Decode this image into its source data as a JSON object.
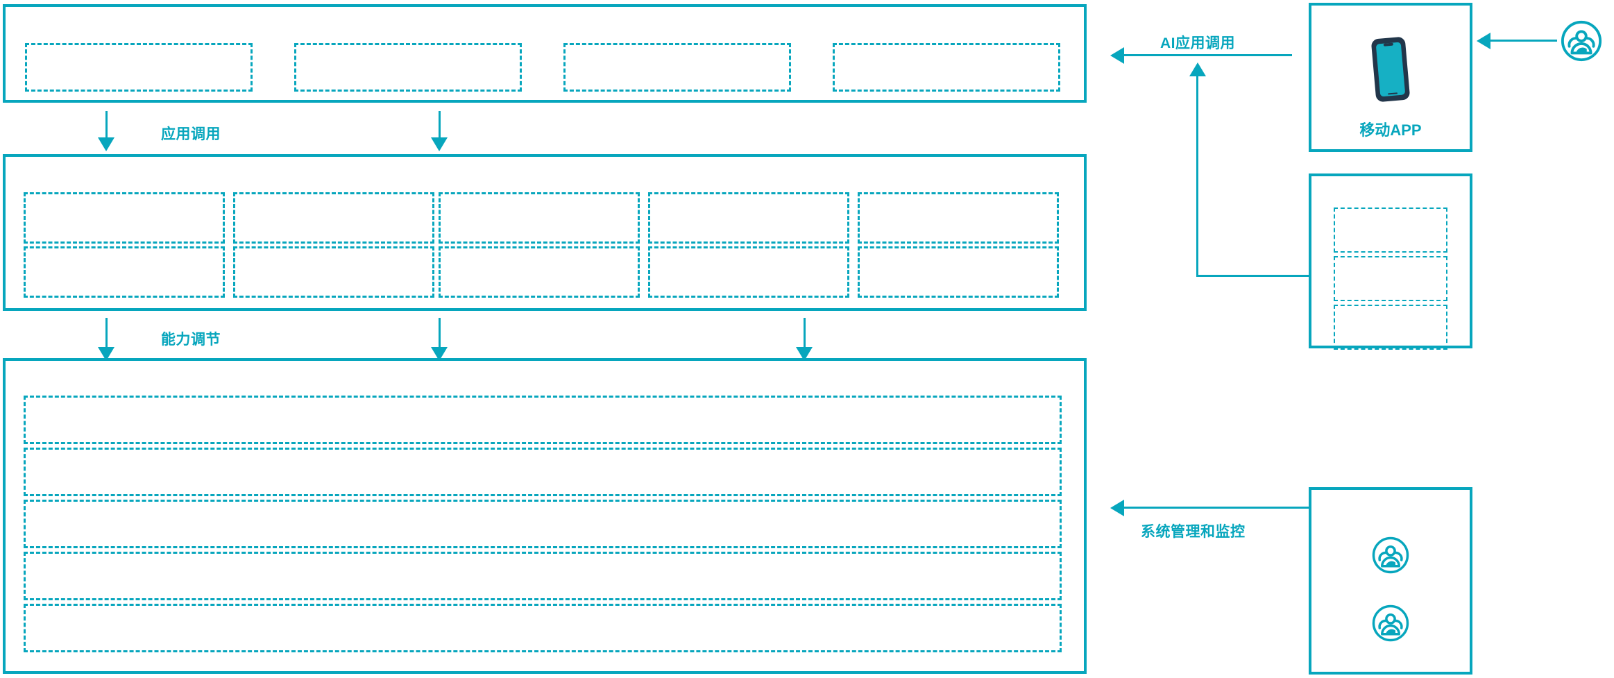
{
  "theme": {
    "accent": "#07a6bd",
    "phone_frame": "#22364a",
    "phone_screen": "#16b0c4",
    "background": "#ffffff"
  },
  "diagram": {
    "title": "",
    "type": "layered-architecture",
    "edge_labels": {
      "application_call": "应用调用",
      "capability_adjust": "能力调节",
      "ai_application_call": "AI应用调用",
      "system_management_monitoring": "系统管理和监控"
    },
    "layers": [
      {
        "id": "application-layer",
        "caption": "",
        "slots": [
          "",
          "",
          "",
          ""
        ]
      },
      {
        "id": "capability-layer",
        "caption": "",
        "slots_row1": [
          "",
          "",
          "",
          "",
          ""
        ],
        "slots_row2": [
          "",
          "",
          "",
          "",
          ""
        ]
      },
      {
        "id": "infrastructure-layer",
        "caption": "",
        "bands": [
          "",
          "",
          "",
          "",
          ""
        ]
      }
    ],
    "right_column": [
      {
        "id": "mobile-app-node",
        "caption": "移动APP",
        "icon": "smartphone-icon"
      },
      {
        "id": "channel-node",
        "caption": "",
        "slots": [
          "",
          "",
          ""
        ]
      },
      {
        "id": "operations-node",
        "caption": "",
        "icons": [
          "user-group-icon",
          "user-group-icon"
        ]
      }
    ],
    "actors": [
      {
        "id": "end-user-actor",
        "caption": "",
        "icon": "user-group-icon"
      }
    ]
  }
}
